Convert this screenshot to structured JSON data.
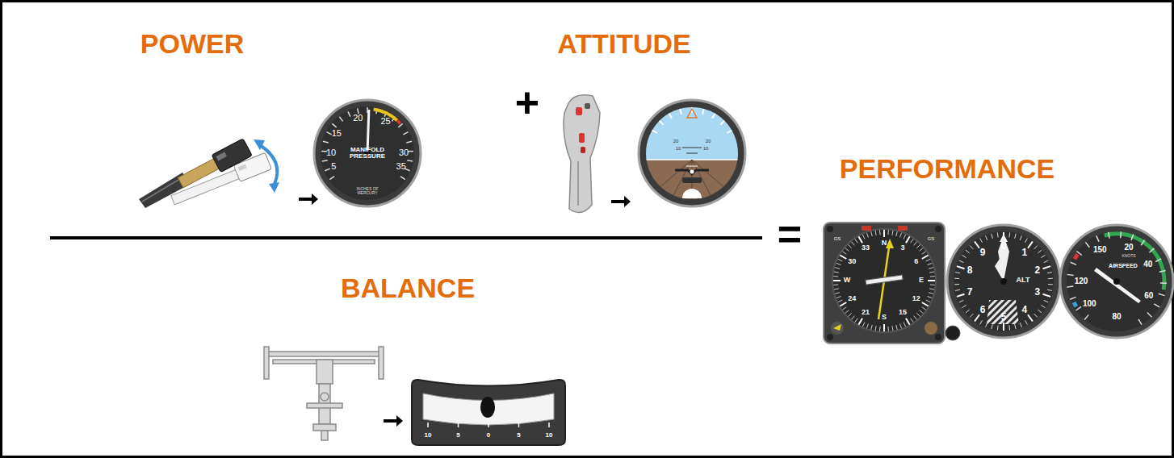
{
  "diagram": {
    "labels": [
      "POWER",
      "ATTITUDE",
      "+",
      "BALANCE",
      "=",
      "PERFORMANCE",
      "MANIFOLD PRESSURE",
      "INCHES OF MERCURY",
      "5",
      "10",
      "15",
      "20",
      "25",
      "30",
      "35",
      "20",
      "10",
      "10",
      "20",
      "10",
      "5",
      "0",
      "5",
      "10",
      "N",
      "3",
      "6",
      "E",
      "12",
      "15",
      "S",
      "21",
      "24",
      "W",
      "30",
      "33",
      "GS",
      "GS",
      "ALT",
      "0",
      "1",
      "2",
      "3",
      "4",
      "5",
      "6",
      "7",
      "8",
      "9",
      "AIRSPEED",
      "KNOTS",
      "150",
      "20",
      "40",
      "60",
      "80",
      "100",
      "120"
    ]
  }
}
